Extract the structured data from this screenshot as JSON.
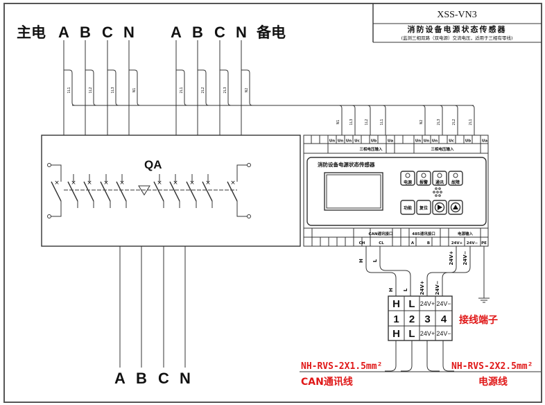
{
  "title_block": {
    "model": "XSS-VN3",
    "product_name": "消防设备电源状态传感器",
    "description": "(监测三相双路（双电源）交流电压，适用于三相有零线)"
  },
  "sources": {
    "main_label": "主电",
    "backup_label": "备电",
    "main_phases": [
      "A",
      "B",
      "C",
      "N"
    ],
    "backup_phases": [
      "A",
      "B",
      "C",
      "N"
    ]
  },
  "wire_tags": {
    "main": [
      "1L1",
      "1L2",
      "1L3",
      "N1"
    ],
    "backup": [
      "2L1",
      "2L2",
      "2L3",
      "N2"
    ],
    "device_group1": [
      "N1",
      "1L3",
      "1L2",
      "1L1"
    ],
    "device_group2": [
      "N2",
      "2L3",
      "2L2",
      "2L1"
    ]
  },
  "switch": {
    "label": "QA"
  },
  "output_phases": [
    "A",
    "B",
    "C",
    "N"
  ],
  "device": {
    "panel_title": "消防设备电源状态传感器",
    "top_terminals_group1": [
      "Un",
      "Un",
      "Un",
      "Uc",
      "",
      "Ub",
      "",
      "Ua"
    ],
    "top_terminals_group2": [
      "Un",
      "Un",
      "Un",
      "",
      "Uc",
      "",
      "Ub",
      "",
      "Ua"
    ],
    "voltage_input_label": "三相电压输入",
    "indicators": [
      "电源",
      "报警",
      "通讯",
      "故障"
    ],
    "buttons": [
      "功能",
      "复位"
    ],
    "nav_buttons": [
      "right-arrow",
      "up-arrow"
    ],
    "bottom_groups": {
      "can_label": "CAN通讯接口",
      "can_terms": [
        "CH",
        "CL"
      ],
      "rs485_label": "485通讯接口",
      "rs485_terms": [
        "A",
        "B"
      ],
      "power_label": "电源输入",
      "power_terms": [
        "24V+",
        "24V−",
        "PE"
      ]
    }
  },
  "wires_out": {
    "can": [
      "H",
      "L"
    ],
    "power": [
      "24V+",
      "24V−"
    ]
  },
  "terminal_block": {
    "label": "接线端子",
    "top_row": [
      "H",
      "L",
      "24V+",
      "24V−"
    ],
    "numbers": [
      "1",
      "2",
      "3",
      "4"
    ],
    "bottom_row": [
      "H",
      "L",
      "24V+",
      "24V−"
    ]
  },
  "cables": {
    "can_spec": "NH-RVS-2X1.5mm²",
    "can_name": "CAN通讯线",
    "power_spec": "NH-RVS-2X2.5mm²",
    "power_name": "电源线"
  },
  "colors": {
    "line": "#333333",
    "annotation_red": "#e01818"
  }
}
